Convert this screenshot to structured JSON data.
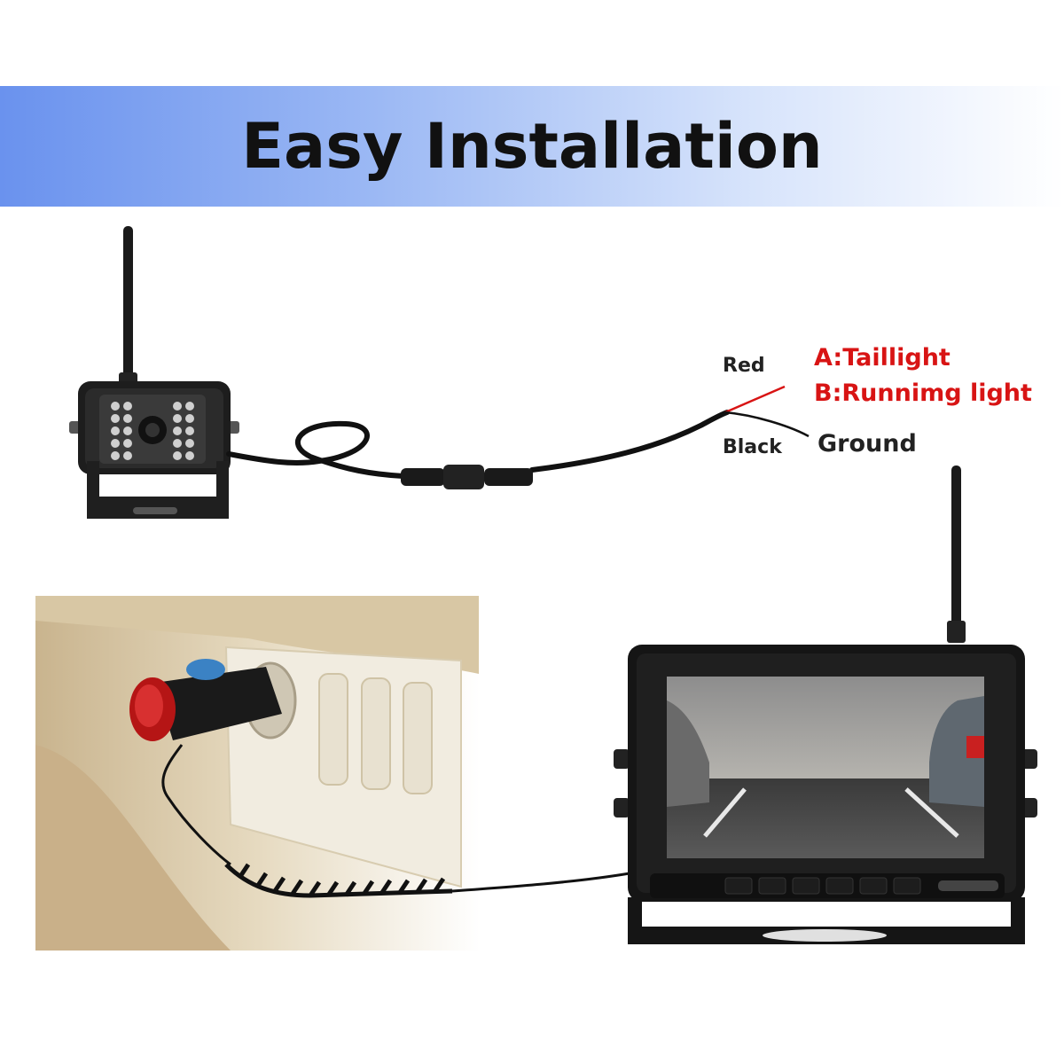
{
  "banner": {
    "title": "Easy Installation",
    "gradient_start": "#6a92ee",
    "gradient_end": "#ffffff"
  },
  "wiring": {
    "red_wire_label": "Red",
    "black_wire_label": "Black",
    "red_connection_a": "A:Taillight",
    "red_connection_b": "B:Runnimg light",
    "black_connection": "Ground",
    "red_wire_color": "#d81414",
    "black_wire_color": "#111111"
  },
  "illustrations": {
    "camera": "backup-camera-icon",
    "monitor": "monitor-icon",
    "power_adapter": "car-power-adapter-icon"
  }
}
